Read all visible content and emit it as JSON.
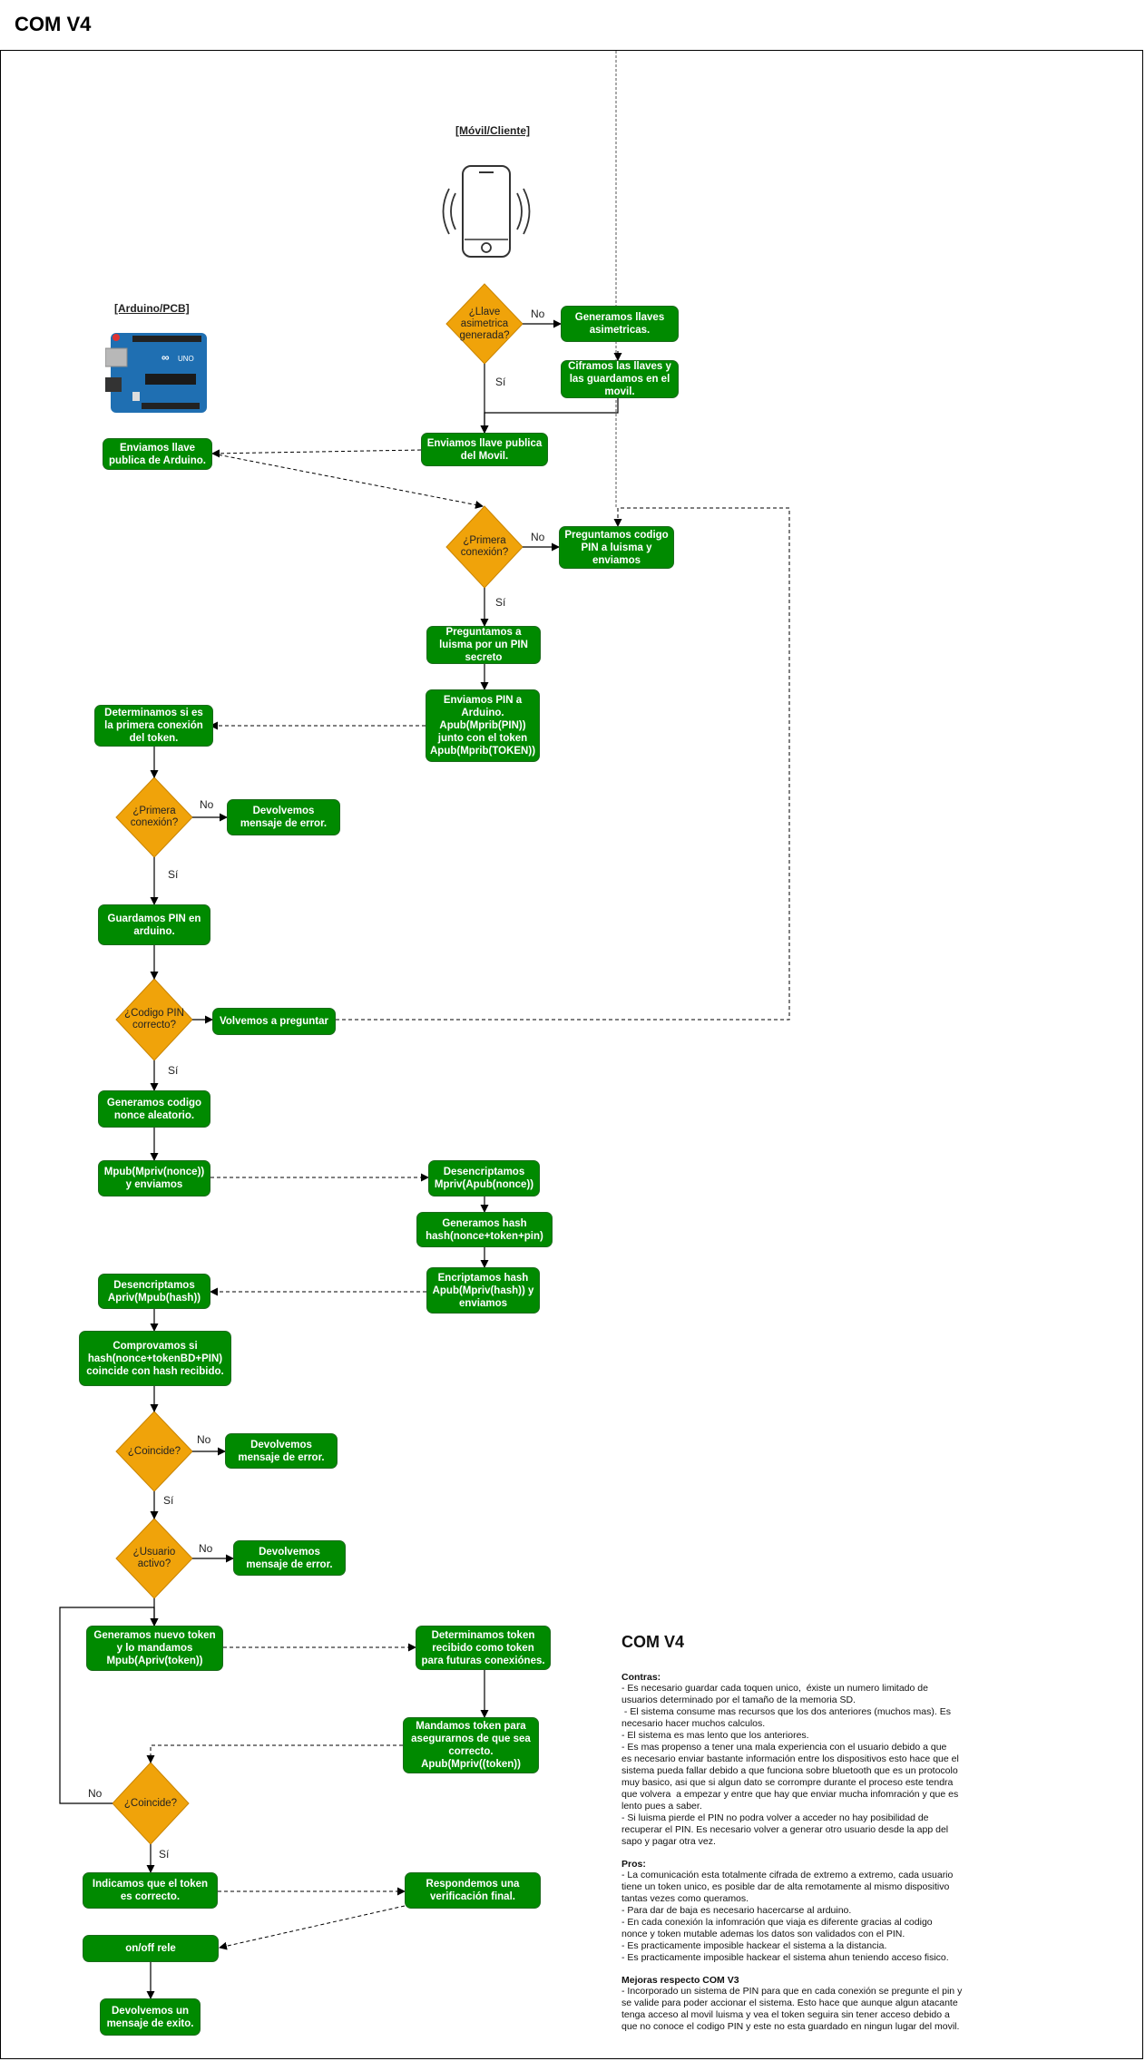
{
  "page_title": "COM V4",
  "columns": {
    "movil": "[Móvil/Cliente]",
    "arduino": "[Arduino/PCB]"
  },
  "labels": {
    "no": "No",
    "si": "Sí"
  },
  "decisions": {
    "d1": "¿Llave asimetrica generada?",
    "d2": "¿Primera conexión?",
    "d3": "¿Primera conexión?",
    "d4": "¿Codigo PIN correcto?",
    "d5": "¿Coincide?",
    "d6": "¿Usuario activo?",
    "d7": "¿Coincide?"
  },
  "boxes": {
    "b_gen_llaves": "Generamos llaves asimetricas.",
    "b_cifrar": "Ciframos las llaves y las guardamos en el movil.",
    "b_env_pub_movil": "Enviamos llave publica del Movil.",
    "b_env_pub_ard": "Enviamos llave publica de Arduino.",
    "b_preg_codigo": "Preguntamos codigo PIN a luisma y enviamos",
    "b_preg_pin": "Preguntamos a luisma por un PIN secreto",
    "b_env_pin": "Enviamos PIN a Arduino. Apub(Mprib(PIN)) junto con el token Apub(Mprib(TOKEN))",
    "b_det_primera": "Determinamos si es la primera conexión del token.",
    "b_dev_err1": "Devolvemos mensaje de error.",
    "b_guardar_pin": "Guardamos PIN en arduino.",
    "b_volver": "Volvemos a preguntar",
    "b_gen_nonce": "Generamos codigo nonce aleatorio.",
    "b_mpub": "Mpub(Mpriv(nonce)) y enviamos",
    "b_desenc_mpriv": "Desencriptamos Mpriv(Apub(nonce))",
    "b_gen_hash": "Generamos hash hash(nonce+token+pin)",
    "b_enc_hash": "Encriptamos hash Apub(Mpriv(hash)) y enviamos",
    "b_desenc_apriv": "Desencriptamos Apriv(Mpub(hash))",
    "b_comprobar": "Comprovamos si hash(nonce+tokenBD+PIN) coincide con hash recibido.",
    "b_dev_err2": "Devolvemos mensaje de error.",
    "b_dev_err3": "Devolvemos mensaje de error.",
    "b_gen_token": "Generamos nuevo token y lo mandamos Mpub(Apriv(token))",
    "b_det_token": "Determinamos token recibido como token para futuras conexiónes.",
    "b_mandar_token": "Mandamos token para asegurarnos de que sea correcto. Apub(Mpriv((token))",
    "b_indicar": "Indicamos que el token es correcto.",
    "b_respuesta": "Respondemos una verificación final.",
    "b_rele": "on/off rele",
    "b_exito": "Devolvemos un mensaje de exito."
  },
  "notes": {
    "title": "COM V4",
    "contras_heading": "Contras:",
    "contras": [
      "- Es necesario guardar cada toquen unico,  éxiste un numero limitado de",
      "usuarios determinado por el tamaño de la memoria SD.",
      " - El sistema consume mas recursos que los dos anteriores (muchos mas). Es",
      "necesario hacer muchos calculos.",
      "- El sistema es mas lento que los anteriores.",
      "- Es mas propenso a tener una mala experiencia con el usuario debido a que",
      "es necesario enviar bastante información entre los dispositivos esto hace que el",
      "sistema pueda fallar debido a que funciona sobre bluetooth que es un protocolo",
      "muy basico, asi que si algun dato se corrompre durante el proceso este tendra",
      "que volvera  a empezar y entre que hay que enviar mucha infomración y que es",
      "lento pues a saber.",
      "- Si luisma pierde el PIN no podra volver a acceder no hay posibilidad de",
      "recuperar el PIN. Es necesario volver a generar otro usuario desde la app del",
      "sapo y pagar otra vez."
    ],
    "pros_heading": "Pros:",
    "pros": [
      "- La comunicación esta totalmente cifrada de extremo a extremo, cada usuario",
      "tiene un token unico, es posible dar de alta remotamente al mismo dispositivo",
      "tantas vezes como queramos.",
      "- Para dar de baja es necesario hacercarse al arduino.",
      "- En cada conexión la infomración que viaja es diferente gracias al codigo",
      "nonce y token mutable ademas los datos son validados con el PIN.",
      "- Es practicamente imposible hackear el sistema a la distancia.",
      "- Es practicamente imposible hackear el sistema ahun teniendo acceso fisico."
    ],
    "mejoras_heading": "Mejoras respecto COM V3",
    "mejoras": [
      "- Incorporado un sistema de PIN para que en cada conexión se pregunte el pin y",
      "se valide para poder accionar el sistema. Esto hace que aunque algun atacante",
      "tenga acceso al movil luisma y vea el token seguira sin tener acceso debido a",
      "que no conoce el codigo PIN y este no esta guardado en ningun lugar del movil."
    ]
  },
  "colors": {
    "box": "#008a00",
    "decision": "#f0a30a",
    "arduino": "#1f6fb2"
  }
}
